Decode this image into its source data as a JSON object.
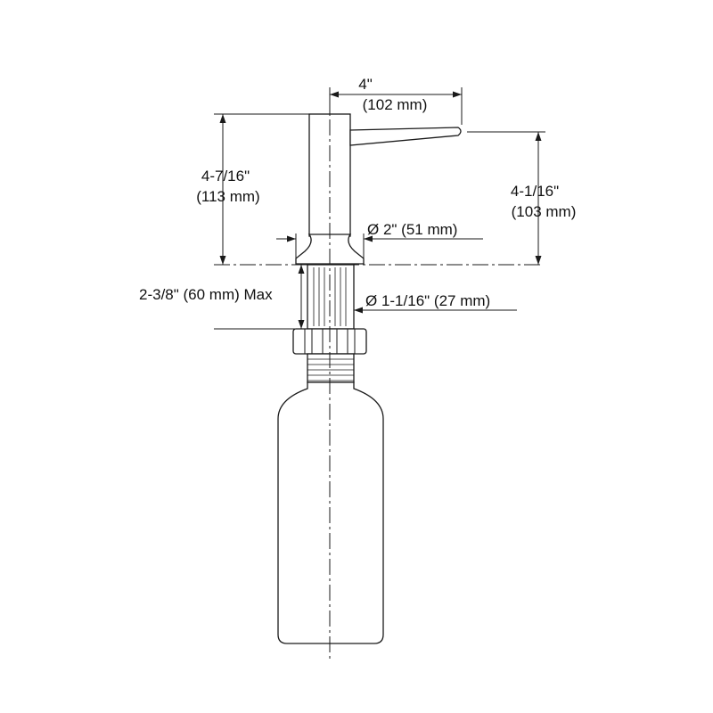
{
  "dimensions": {
    "spout_reach": {
      "line1": "4\"",
      "line2": "(102 mm)"
    },
    "head_height": {
      "line1": "4-7/16\"",
      "line2": "(113 mm)"
    },
    "spout_height": {
      "line1": "4-1/16\"",
      "line2": "(103 mm)"
    },
    "flange_diameter": "Ø 2\" (51 mm)",
    "max_deck_thickness": "2-3/8\" (60 mm) Max",
    "shank_diameter": "Ø 1-1/16\" (27 mm)"
  }
}
